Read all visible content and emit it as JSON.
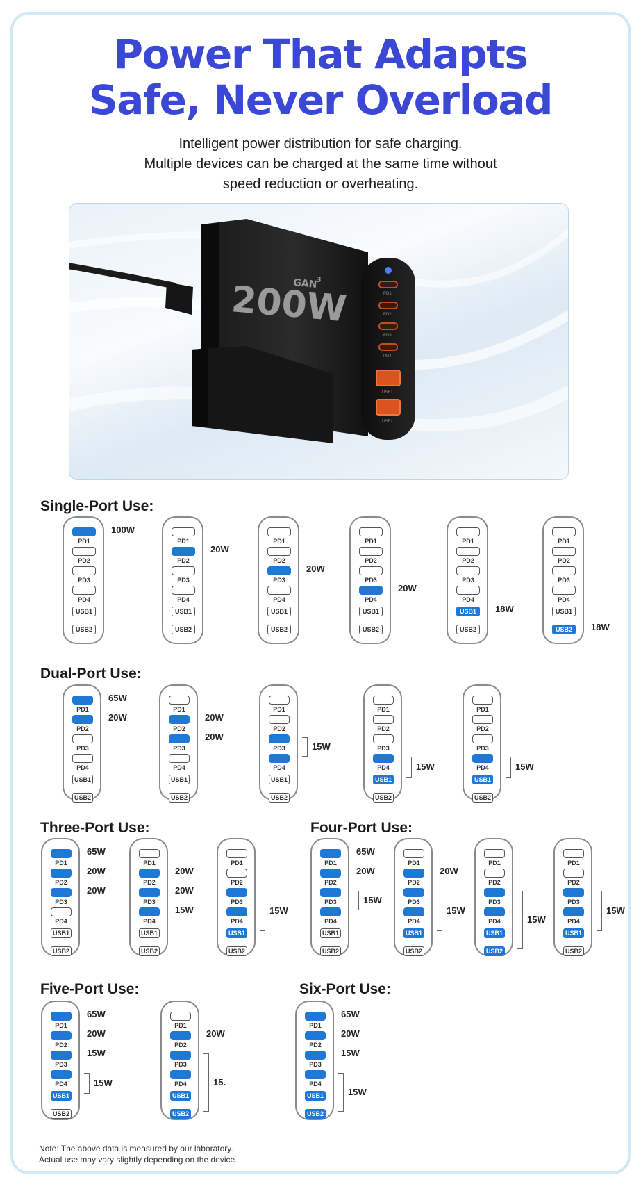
{
  "headline": {
    "line1": "Power That Adapts",
    "line2": "Safe, Never Overload"
  },
  "subtitle": {
    "line1": "Intelligent power distribution for safe charging.",
    "line2": "Multiple devices can be charged at the same time without",
    "line3": "speed reduction or overheating."
  },
  "product": {
    "wattage": "200W",
    "gan": "GAN",
    "gan_sup": "3",
    "port_labels": [
      "PD1",
      "PD2",
      "PD3",
      "PD4",
      "USB1",
      "USB2"
    ],
    "indicator_icon": "led-indicator-icon"
  },
  "colors": {
    "title": "#3b48d6",
    "active_port": "#1e78d4",
    "frame": "#cfeaf5"
  },
  "sections": {
    "single": "Single-Port Use:",
    "dual": "Dual-Port Use:",
    "three": "Three-Port Use:",
    "four": "Four-Port Use:",
    "five": "Five-Port Use:",
    "six": "Six-Port Use:"
  },
  "port_names": {
    "pd1": "PD1",
    "pd2": "PD2",
    "pd3": "PD3",
    "pd4": "PD4",
    "usb1": "USB1",
    "usb2": "USB2"
  },
  "configs": {
    "single": [
      {
        "active": [
          "PD1"
        ],
        "watts": [
          "100W"
        ]
      },
      {
        "active": [
          "PD2"
        ],
        "watts": [
          "20W"
        ]
      },
      {
        "active": [
          "PD3"
        ],
        "watts": [
          "20W"
        ]
      },
      {
        "active": [
          "PD4"
        ],
        "watts": [
          "20W"
        ]
      },
      {
        "active": [
          "USB1"
        ],
        "watts": [
          "18W"
        ]
      },
      {
        "active": [
          "USB2"
        ],
        "watts": [
          "18W"
        ]
      }
    ],
    "dual": [
      {
        "active": [
          "PD1",
          "PD2"
        ],
        "watts": [
          "65W",
          "20W"
        ]
      },
      {
        "active": [
          "PD2",
          "PD3"
        ],
        "watts": [
          "20W",
          "20W"
        ]
      },
      {
        "active": [
          "PD3",
          "PD4"
        ],
        "watts": [
          "15W"
        ]
      },
      {
        "active": [
          "PD4",
          "USB1"
        ],
        "watts": [
          "15W"
        ]
      },
      {
        "active": [
          "PD4",
          "USB1"
        ],
        "watts": [
          "15W"
        ]
      }
    ],
    "three": [
      {
        "active": [
          "PD1",
          "PD2",
          "PD3"
        ],
        "watts": [
          "65W",
          "20W",
          "20W"
        ]
      },
      {
        "active": [
          "PD2",
          "PD3",
          "PD4"
        ],
        "watts": [
          "20W",
          "20W",
          "15W"
        ]
      },
      {
        "active": [
          "PD3",
          "PD4",
          "USB1"
        ],
        "watts": [
          "15W"
        ]
      }
    ],
    "four": [
      {
        "active": [
          "PD1",
          "PD2",
          "PD3",
          "PD4"
        ],
        "watts": [
          "65W",
          "20W",
          "15W"
        ]
      },
      {
        "active": [
          "PD2",
          "PD3",
          "PD4",
          "USB1"
        ],
        "watts": [
          "20W",
          "15W"
        ]
      },
      {
        "active": [
          "PD3",
          "PD4",
          "USB1",
          "USB2"
        ],
        "watts": [
          "15W"
        ]
      },
      {
        "active": [
          "PD3",
          "PD4",
          "USB1"
        ],
        "watts": [
          "15W"
        ]
      }
    ],
    "five": [
      {
        "active": [
          "PD1",
          "PD2",
          "PD3",
          "PD4",
          "USB1"
        ],
        "watts": [
          "65W",
          "20W",
          "15W",
          "15W"
        ]
      },
      {
        "active": [
          "PD2",
          "PD3",
          "PD4",
          "USB1",
          "USB2"
        ],
        "watts": [
          "20W",
          "15."
        ]
      }
    ],
    "six": [
      {
        "active": [
          "PD1",
          "PD2",
          "PD3",
          "PD4",
          "USB1",
          "USB2"
        ],
        "watts": [
          "65W",
          "20W",
          "15W",
          "15W"
        ]
      }
    ]
  },
  "note": {
    "line1": "Note: The above data is measured by our laboratory.",
    "line2": "Actual use may vary slightly depending on the device."
  }
}
